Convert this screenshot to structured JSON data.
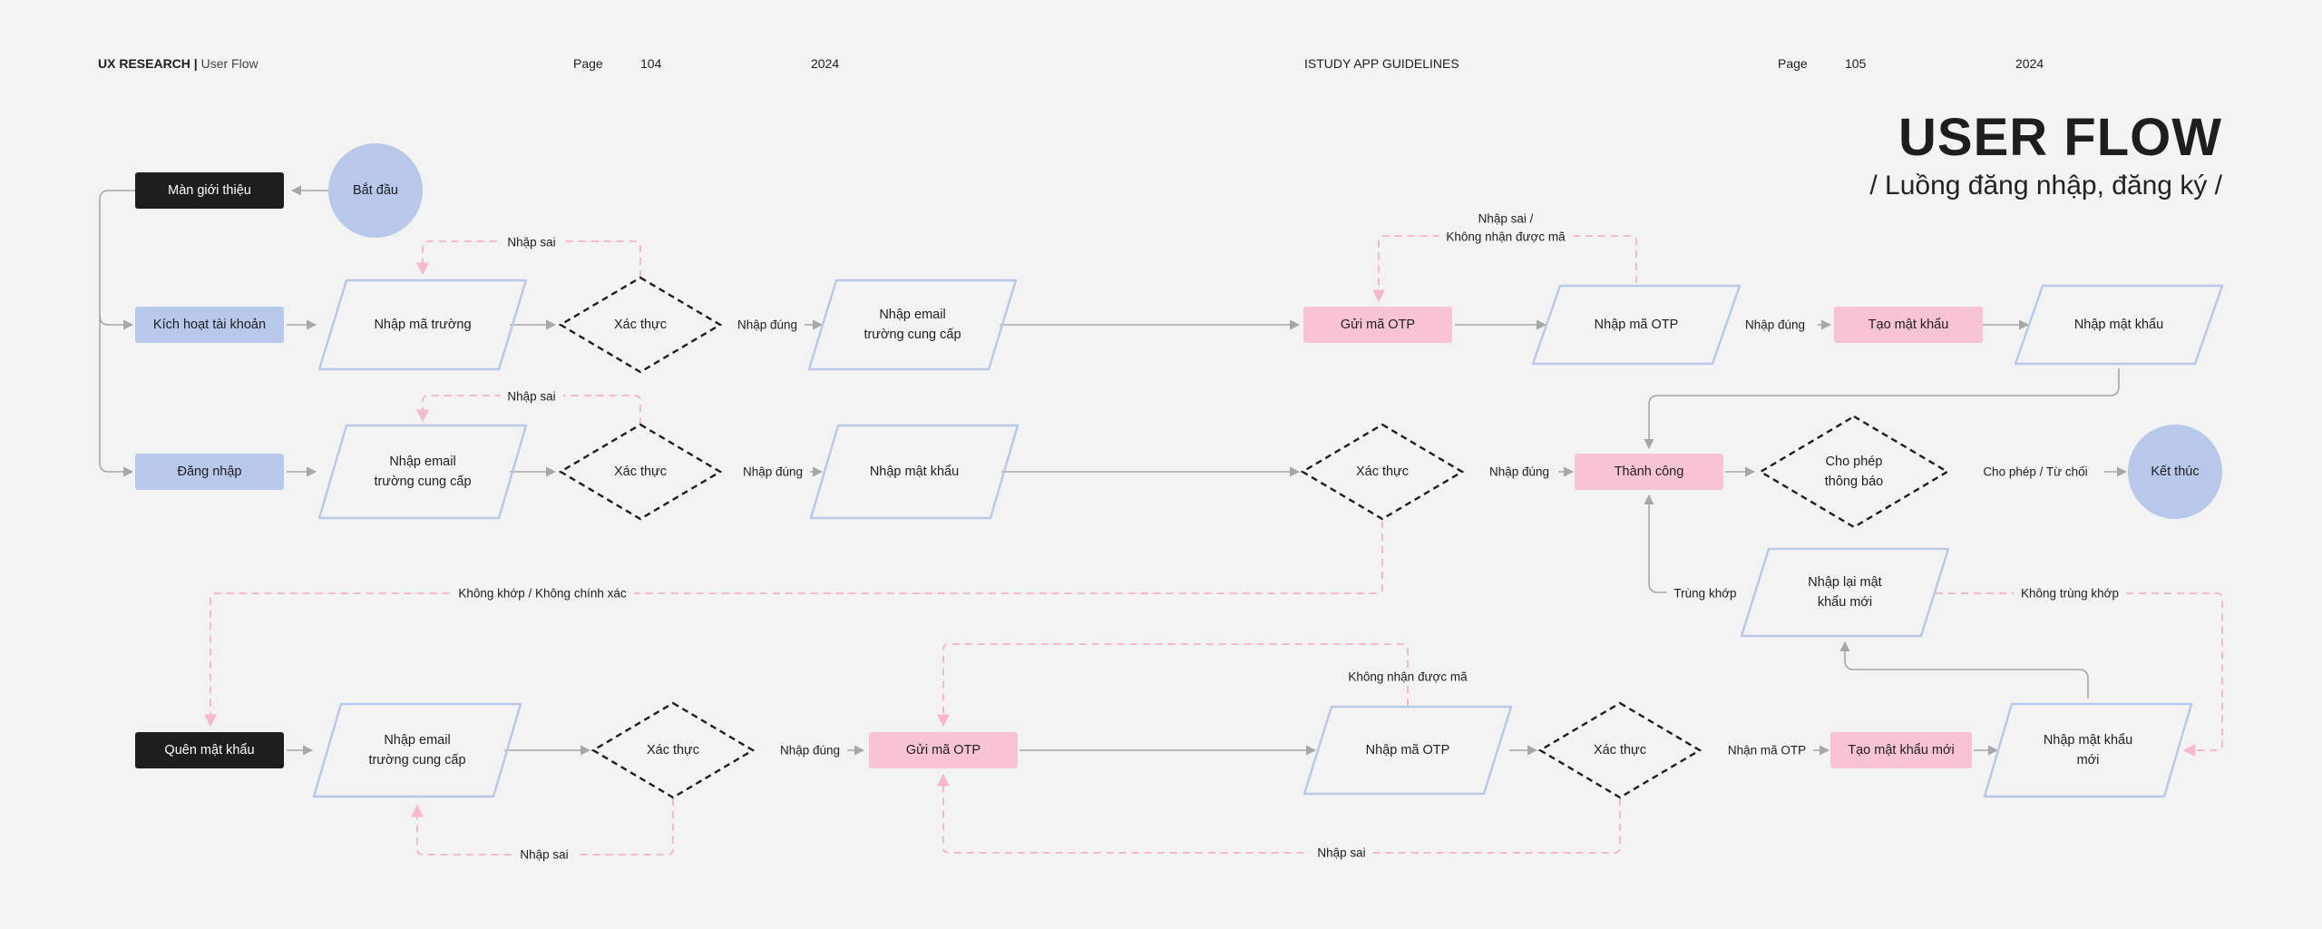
{
  "header": {
    "left_section_bold": "UX RESEARCH |",
    "left_section_light": "User Flow",
    "left_page_label": "Page",
    "left_page_number": "104",
    "left_year": "2024",
    "right_section": "ISTUDY APP GUIDELINES",
    "right_page_label": "Page",
    "right_page_number": "105",
    "right_year": "2024"
  },
  "title": "USER FLOW",
  "subtitle": "/ Luồng đăng nhập, đăng ký /",
  "colors": {
    "background": "#f3f3f3",
    "dark_box": "#1e1e1e",
    "blue_box": "#b7c8ea",
    "blue_stroke": "#b7c8ea",
    "pink_box": "#f8c3d5",
    "pink_dash": "#f6b8cb",
    "gray_line": "#a7a7a7",
    "text": "#1e1e1e"
  },
  "diagram": {
    "nodes": [
      {
        "id": "start",
        "shape": "terminal",
        "fill": "blue",
        "lines": [
          "Bắt đầu"
        ]
      },
      {
        "id": "intro",
        "shape": "process",
        "fill": "dark",
        "lines": [
          "Màn giới thiệu"
        ]
      },
      {
        "id": "activate",
        "shape": "process",
        "fill": "blue",
        "lines": [
          "Kích hoạt tài khoản"
        ]
      },
      {
        "id": "login",
        "shape": "process",
        "fill": "blue",
        "lines": [
          "Đăng nhập"
        ]
      },
      {
        "id": "forgot",
        "shape": "process",
        "fill": "dark",
        "lines": [
          "Quên mật khẩu"
        ]
      },
      {
        "id": "r1_school",
        "shape": "io",
        "lines": [
          "Nhập mã trường"
        ]
      },
      {
        "id": "r1_verify",
        "shape": "decision",
        "lines": [
          "Xác thực"
        ]
      },
      {
        "id": "r1_email",
        "shape": "io",
        "lines": [
          "Nhập email",
          "trường cung cấp"
        ]
      },
      {
        "id": "r1_otp_send",
        "shape": "process",
        "fill": "pink",
        "lines": [
          "Gửi mã OTP"
        ]
      },
      {
        "id": "r1_otp_input",
        "shape": "io",
        "lines": [
          "Nhập mã OTP"
        ]
      },
      {
        "id": "r1_create_pw",
        "shape": "process",
        "fill": "pink",
        "lines": [
          "Tạo mật khẩu"
        ]
      },
      {
        "id": "r1_pw",
        "shape": "io",
        "lines": [
          "Nhập mật khẩu"
        ]
      },
      {
        "id": "r2_email",
        "shape": "io",
        "lines": [
          "Nhập email",
          "trường cung cấp"
        ]
      },
      {
        "id": "r2_verify",
        "shape": "decision",
        "lines": [
          "Xác thực"
        ]
      },
      {
        "id": "r2_pw",
        "shape": "io",
        "lines": [
          "Nhập mật khẩu"
        ]
      },
      {
        "id": "r2_verify2",
        "shape": "decision",
        "lines": [
          "Xác thực"
        ]
      },
      {
        "id": "success",
        "shape": "process",
        "fill": "pink",
        "lines": [
          "Thành công"
        ]
      },
      {
        "id": "allow_notif",
        "shape": "decision",
        "lines": [
          "Cho phép",
          "thông báo"
        ]
      },
      {
        "id": "end",
        "shape": "terminal",
        "fill": "blue",
        "lines": [
          "Kết thúc"
        ]
      },
      {
        "id": "reenter_pw",
        "shape": "io",
        "lines": [
          "Nhập lại mật",
          "khẩu mới"
        ]
      },
      {
        "id": "r3_email",
        "shape": "io",
        "lines": [
          "Nhập email",
          "trường cung cấp"
        ]
      },
      {
        "id": "r3_verify",
        "shape": "decision",
        "lines": [
          "Xác thực"
        ]
      },
      {
        "id": "r3_otp_send",
        "shape": "process",
        "fill": "pink",
        "lines": [
          "Gửi mã OTP"
        ]
      },
      {
        "id": "r3_otp_input",
        "shape": "io",
        "lines": [
          "Nhập mã OTP"
        ]
      },
      {
        "id": "r3_verify2",
        "shape": "decision",
        "lines": [
          "Xác thực"
        ]
      },
      {
        "id": "r3_create_pw",
        "shape": "process",
        "fill": "pink",
        "lines": [
          "Tạo mật khẩu mới"
        ]
      },
      {
        "id": "r3_new_pw",
        "shape": "io",
        "lines": [
          "Nhập mật khẩu",
          "mới"
        ]
      }
    ],
    "edge_labels": [
      {
        "id": "l_r1_wrong",
        "lines": [
          "Nhập sai"
        ]
      },
      {
        "id": "l_r1_ok",
        "lines": [
          "Nhập đúng"
        ]
      },
      {
        "id": "l_r1_otp_fail",
        "lines": [
          "Nhập sai /",
          "Không nhận được mã"
        ]
      },
      {
        "id": "l_r1_otp_ok",
        "lines": [
          "Nhập đúng"
        ]
      },
      {
        "id": "l_r2_wrong",
        "lines": [
          "Nhập sai"
        ]
      },
      {
        "id": "l_r2_ok",
        "lines": [
          "Nhập đúng"
        ]
      },
      {
        "id": "l_r2_ok2",
        "lines": [
          "Nhập đúng"
        ]
      },
      {
        "id": "l_allow",
        "lines": [
          "Cho phép / Từ chối"
        ]
      },
      {
        "id": "l_mismatch",
        "lines": [
          "Không khớp / Không chính xác"
        ]
      },
      {
        "id": "l_match",
        "lines": [
          "Trùng khớp"
        ]
      },
      {
        "id": "l_not_match",
        "lines": [
          "Không trùng khớp"
        ]
      },
      {
        "id": "l_no_code",
        "lines": [
          "Không nhận được mã"
        ]
      },
      {
        "id": "l_r3_ok",
        "lines": [
          "Nhập đúng"
        ]
      },
      {
        "id": "l_r3_otp_ok",
        "lines": [
          "Nhận mã OTP"
        ]
      },
      {
        "id": "l_r3_wrong",
        "lines": [
          "Nhập sai"
        ]
      },
      {
        "id": "l_r3_wrong2",
        "lines": [
          "Nhập sai"
        ]
      }
    ]
  }
}
